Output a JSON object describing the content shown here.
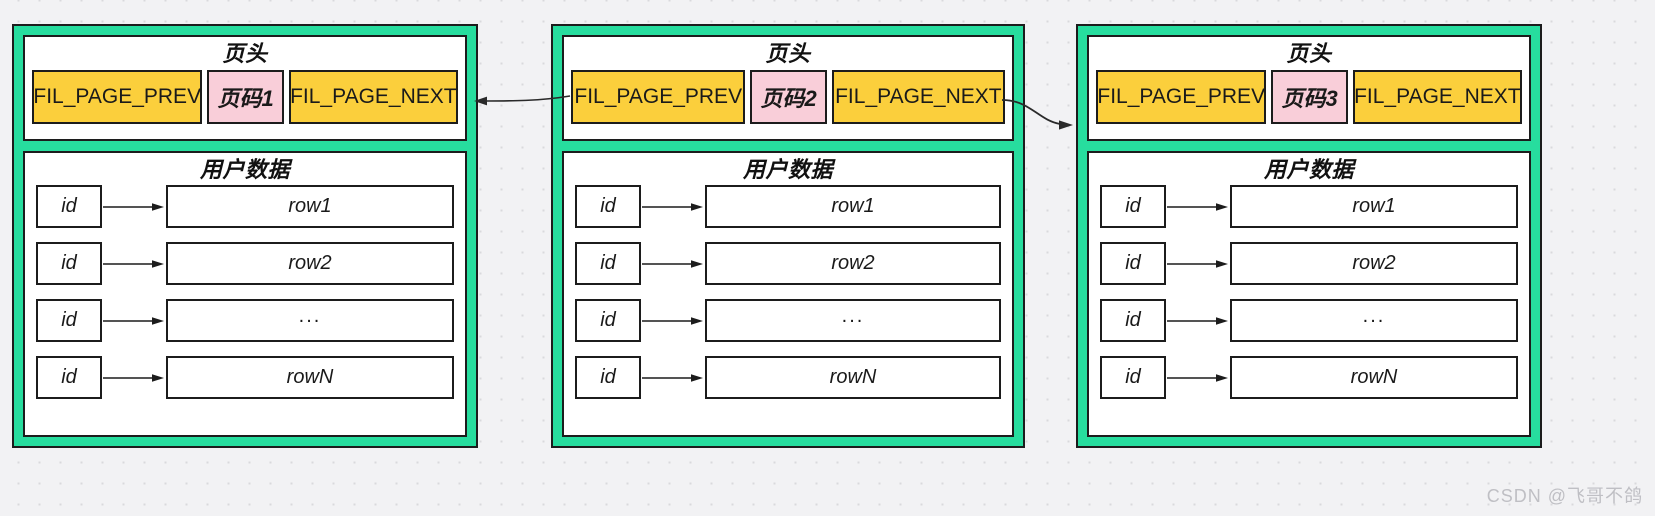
{
  "diagram": {
    "title": "InnoDB page doubly linked list",
    "background_color": "#f2f2f4",
    "panel_color": "#27dd9e",
    "field_color": "#fbcf3c",
    "pageno_color": "#f9ced9",
    "outline_color": "#1c1c1c"
  },
  "labels": {
    "header_title": "页头",
    "data_title": "用户数据",
    "prev_field": "FIL_PAGE_PREV",
    "next_field": "FIL_PAGE_NEXT",
    "id_label": "id"
  },
  "pages": [
    {
      "page_no_label": "页码1",
      "header_title": "页头",
      "prev_field": "FIL_PAGE_PREV",
      "next_field": "FIL_PAGE_NEXT",
      "data_title": "用户数据",
      "rows": [
        {
          "id": "id",
          "value": "row1"
        },
        {
          "id": "id",
          "value": "row2"
        },
        {
          "id": "id",
          "value": "..."
        },
        {
          "id": "id",
          "value": "rowN"
        }
      ]
    },
    {
      "page_no_label": "页码2",
      "header_title": "页头",
      "prev_field": "FIL_PAGE_PREV",
      "next_field": "FIL_PAGE_NEXT",
      "data_title": "用户数据",
      "rows": [
        {
          "id": "id",
          "value": "row1"
        },
        {
          "id": "id",
          "value": "row2"
        },
        {
          "id": "id",
          "value": "..."
        },
        {
          "id": "id",
          "value": "rowN"
        }
      ]
    },
    {
      "page_no_label": "页码3",
      "header_title": "页头",
      "prev_field": "FIL_PAGE_PREV",
      "next_field": "FIL_PAGE_NEXT",
      "data_title": "用户数据",
      "rows": [
        {
          "id": "id",
          "value": "row1"
        },
        {
          "id": "id",
          "value": "row2"
        },
        {
          "id": "id",
          "value": "..."
        },
        {
          "id": "id",
          "value": "rowN"
        }
      ]
    }
  ],
  "links": [
    {
      "name": "prev-link-page2-to-page1",
      "from": "页码2 FIL_PAGE_PREV",
      "to": "页码1",
      "direction": "left"
    },
    {
      "name": "next-link-page2-to-page3",
      "from": "页码2 FIL_PAGE_NEXT",
      "to": "页码3",
      "direction": "right"
    }
  ],
  "watermark": {
    "text": "CSDN @飞哥不鸽"
  }
}
